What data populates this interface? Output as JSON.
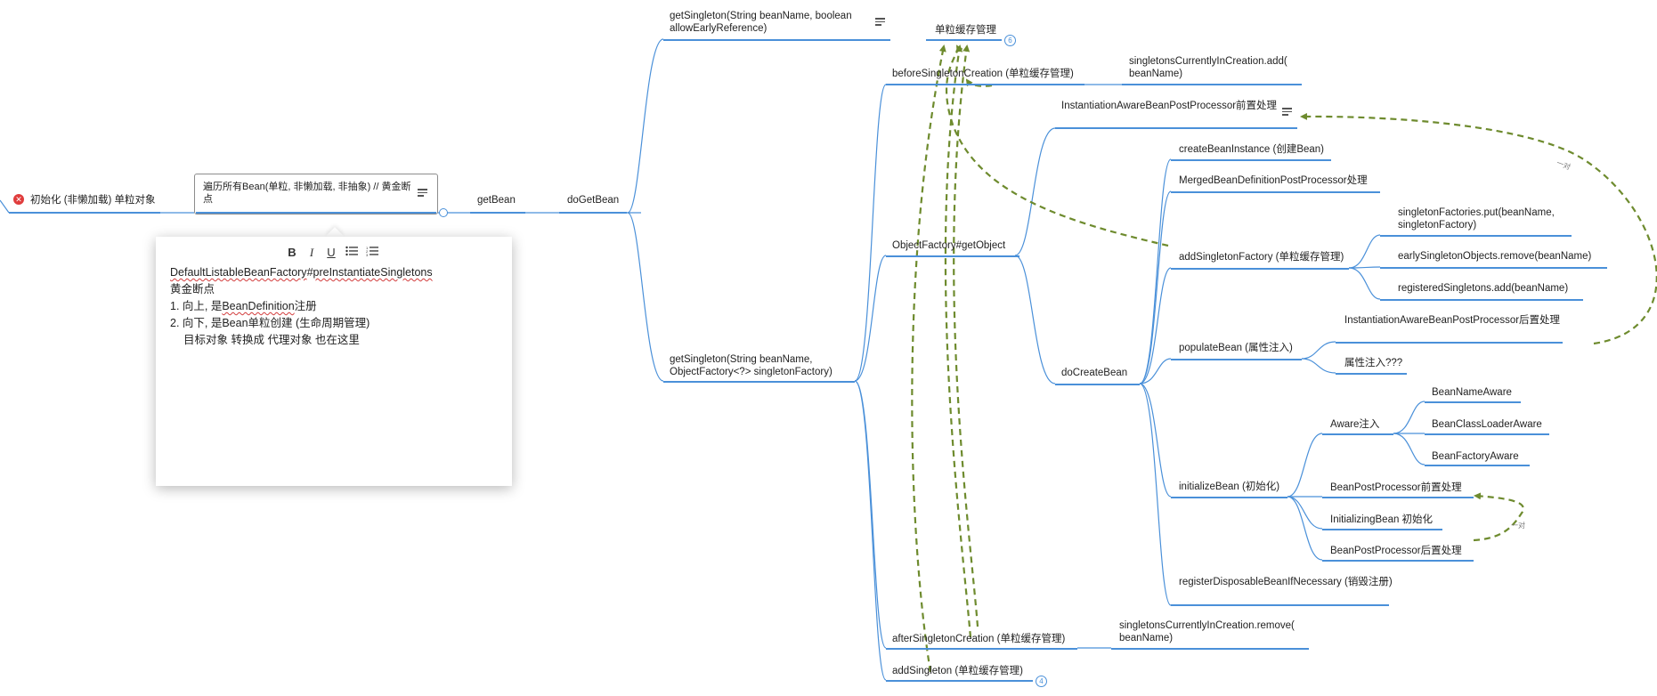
{
  "colors": {
    "branch": "#4a90d9",
    "relation": "#6e8b2e",
    "error": "#e03c3c"
  },
  "root": {
    "label": "初始化 (非懒加载) 单粒对象",
    "icon": "error-icon"
  },
  "selected": {
    "label": "遍历所有Bean(单粒, 非懒加载, 非抽象) // 黄金断点"
  },
  "nodes": {
    "get_bean": "getBean",
    "do_get_bean": "doGetBean",
    "get_singleton_early": "getSingleton(String beanName, boolean allowEarlyReference)",
    "singleton_cache_label": "单粒缓存管理",
    "before_singleton_creation": "beforeSingletonCreation (单粒缓存管理)",
    "in_creation_add": "singletonsCurrentlyInCreation.add( beanName)",
    "get_singleton_factory": "getSingleton(String beanName, ObjectFactory<?> singletonFactory)",
    "object_factory_get_object": "ObjectFactory#getObject",
    "inst_aware_before": "InstantiationAwareBeanPostProcessor前置处理",
    "do_create_bean": "doCreateBean",
    "create_bean_instance": "createBeanInstance (创建Bean)",
    "merged_bd_pp": "MergedBeanDefinitionPostProcessor处理",
    "add_singleton_factory": "addSingletonFactory (单粒缓存管理)",
    "factories_put": "singletonFactories.put(beanName, singletonFactory)",
    "early_remove": "earlySingletonObjects.remove(beanName)",
    "registered_add": "registeredSingletons.add(beanName)",
    "populate_bean": "populateBean (属性注入)",
    "inst_aware_after": "InstantiationAwareBeanPostProcessor后置处理",
    "property_inject": "属性注入???",
    "initialize_bean": "initializeBean (初始化)",
    "aware_inject": "Aware注入",
    "bean_name_aware": "BeanNameAware",
    "bean_classloader_aware": "BeanClassLoaderAware",
    "bean_factory_aware": "BeanFactoryAware",
    "bpp_before": "BeanPostProcessor前置处理",
    "initializing_bean": "InitializingBean 初始化",
    "bpp_after": "BeanPostProcessor后置处理",
    "register_disposable": "registerDisposableBeanIfNecessary (销毁注册)",
    "after_singleton_creation": "afterSingletonCreation (单粒缓存管理)",
    "in_creation_remove": "singletonsCurrentlyInCreation.remove( beanName)",
    "add_singleton": "addSingleton (单粒缓存管理)"
  },
  "badges": {
    "cache_count": "6",
    "add_singleton_count": "4"
  },
  "relations": {
    "pair_label_1": "一对",
    "pair_label_2": "一对"
  },
  "note": {
    "toolbar": [
      "B",
      "I",
      "U",
      "bulleted-list-icon",
      "numbered-list-icon"
    ],
    "line1_a": "DefaultListableBeanFactory",
    "line1_b": "#",
    "line1_c": "preInstantiateSingletons",
    "line2": "黄金断点",
    "line3_a": "1. 向上, 是",
    "line3_b": "BeanDefinition",
    "line3_c": "注册",
    "line4": "2. 向下, 是Bean单粒创建 (生命周期管理)",
    "line5": "目标对象 转换成 代理对象 也在这里"
  }
}
